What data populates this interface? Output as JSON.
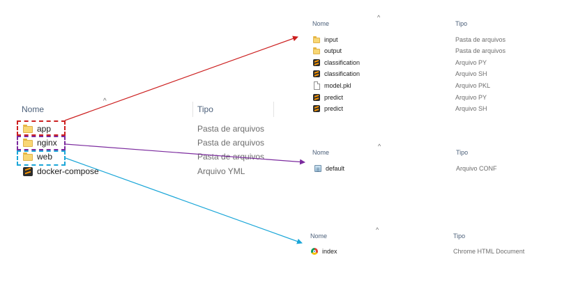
{
  "left_pane": {
    "col_name": "Nome",
    "col_type": "Tipo",
    "rows": [
      {
        "name": "app",
        "type": "Pasta de arquivos",
        "icon": "folder-icon"
      },
      {
        "name": "nginx",
        "type": "Pasta de arquivos",
        "icon": "folder-icon"
      },
      {
        "name": "web",
        "type": "Pasta de arquivos",
        "icon": "folder-icon"
      },
      {
        "name": "docker-compose",
        "type": "Arquivo YML",
        "icon": "sublime-text-icon"
      }
    ]
  },
  "app_pane": {
    "col_name": "Nome",
    "col_type": "Tipo",
    "rows": [
      {
        "name": "input",
        "type": "Pasta de arquivos",
        "icon": "folder-icon"
      },
      {
        "name": "output",
        "type": "Pasta de arquivos",
        "icon": "folder-icon"
      },
      {
        "name": "classification",
        "type": "Arquivo PY",
        "icon": "sublime-text-icon"
      },
      {
        "name": "classification",
        "type": "Arquivo SH",
        "icon": "sublime-text-icon"
      },
      {
        "name": "model.pkl",
        "type": "Arquivo PKL",
        "icon": "file-icon"
      },
      {
        "name": "predict",
        "type": "Arquivo PY",
        "icon": "sublime-text-icon"
      },
      {
        "name": "predict",
        "type": "Arquivo SH",
        "icon": "sublime-text-icon"
      }
    ]
  },
  "nginx_pane": {
    "col_name": "Nome",
    "col_type": "Tipo",
    "rows": [
      {
        "name": "default",
        "type": "Arquivo CONF",
        "icon": "config-file-icon"
      }
    ]
  },
  "web_pane": {
    "col_name": "Nome",
    "col_type": "Tipo",
    "rows": [
      {
        "name": "index",
        "type": "Chrome HTML Document",
        "icon": "chrome-icon"
      }
    ]
  },
  "colors": {
    "app_highlight": "#cc1f1f",
    "nginx_highlight": "#7b2a9e",
    "web_highlight": "#1aa6d8",
    "header_text": "#4c607a"
  }
}
